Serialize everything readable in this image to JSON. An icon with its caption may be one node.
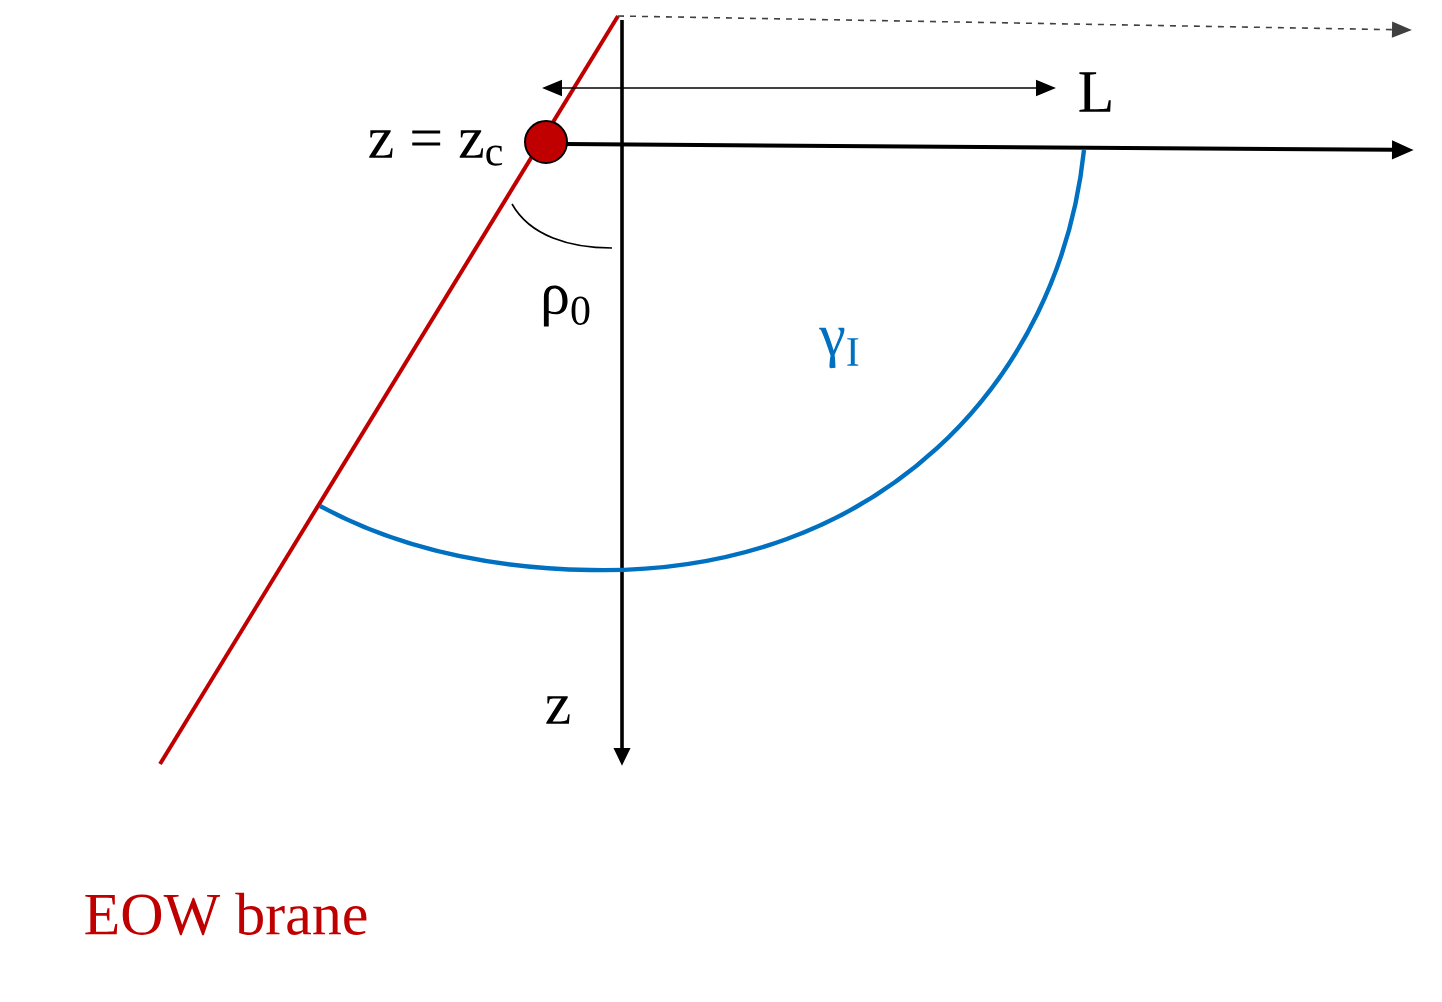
{
  "diagram": {
    "labels": [
      "z = z$_{c}$",
      "L",
      "ρ$_{0}$",
      "γ$_{I}$",
      "z",
      "EOW brane"
    ]
  }
}
